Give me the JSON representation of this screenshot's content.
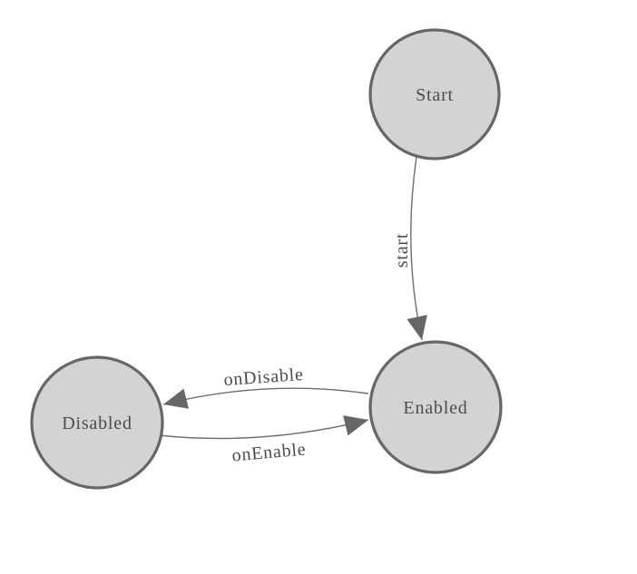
{
  "diagram": {
    "type": "state-machine-graph",
    "background": "#ffffff",
    "colors": {
      "background": "#ffffff",
      "node_fill": "#d3d3d3",
      "node_stroke": "#666666",
      "node_text": "#4c4c4c",
      "edge_stroke": "#6e6e6e",
      "edge_text": "#4c4c4c",
      "arrow_fill": "#666666"
    },
    "nodes": [
      {
        "id": "start",
        "label": "Start"
      },
      {
        "id": "enabled",
        "label": "Enabled"
      },
      {
        "id": "disabled",
        "label": "Disabled"
      }
    ],
    "edges": [
      {
        "from": "Start",
        "to": "Enabled",
        "label": "start"
      },
      {
        "from": "Enabled",
        "to": "Disabled",
        "label": "onDisable"
      },
      {
        "from": "Disabled",
        "to": "Enabled",
        "label": "onEnable"
      }
    ]
  }
}
